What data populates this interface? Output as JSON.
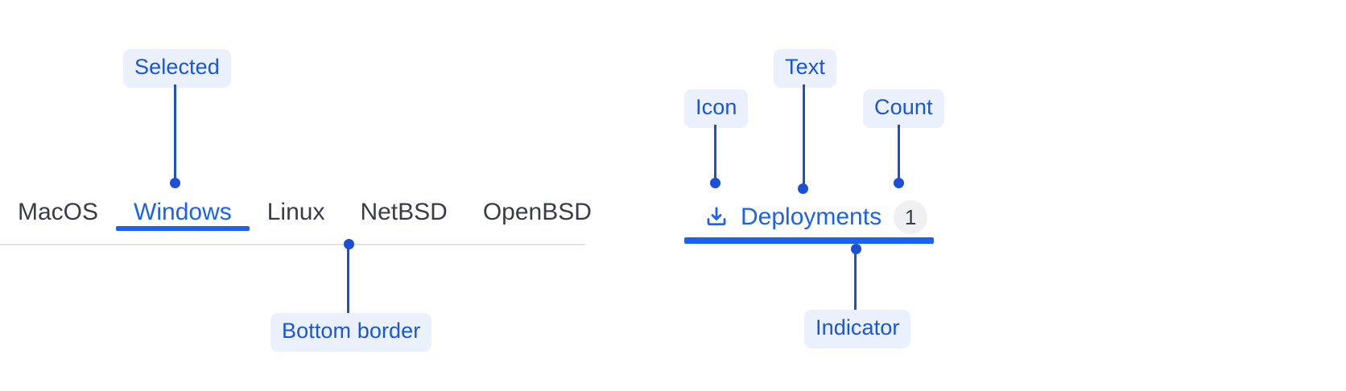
{
  "theme": {
    "accent_blue": "#1a62f5",
    "annotation_blue": "#1a4fd6",
    "annotation_bg": "#eaf1fd",
    "tab_text": "#3a3d46",
    "divider": "#e3e3e5",
    "badge_bg": "#f0f0f2"
  },
  "left_example": {
    "tabs": [
      {
        "label": "MacOS",
        "selected": false
      },
      {
        "label": "Windows",
        "selected": true
      },
      {
        "label": "Linux",
        "selected": false
      },
      {
        "label": "NetBSD",
        "selected": false
      },
      {
        "label": "OpenBSD",
        "selected": false
      }
    ],
    "annotations": [
      {
        "label": "Selected"
      },
      {
        "label": "Bottom border"
      }
    ]
  },
  "right_example": {
    "tab": {
      "icon": "download-icon",
      "label": "Deployments",
      "count": "1",
      "selected": true
    },
    "annotations": [
      {
        "label": "Icon"
      },
      {
        "label": "Text"
      },
      {
        "label": "Count"
      },
      {
        "label": "Indicator"
      }
    ]
  }
}
